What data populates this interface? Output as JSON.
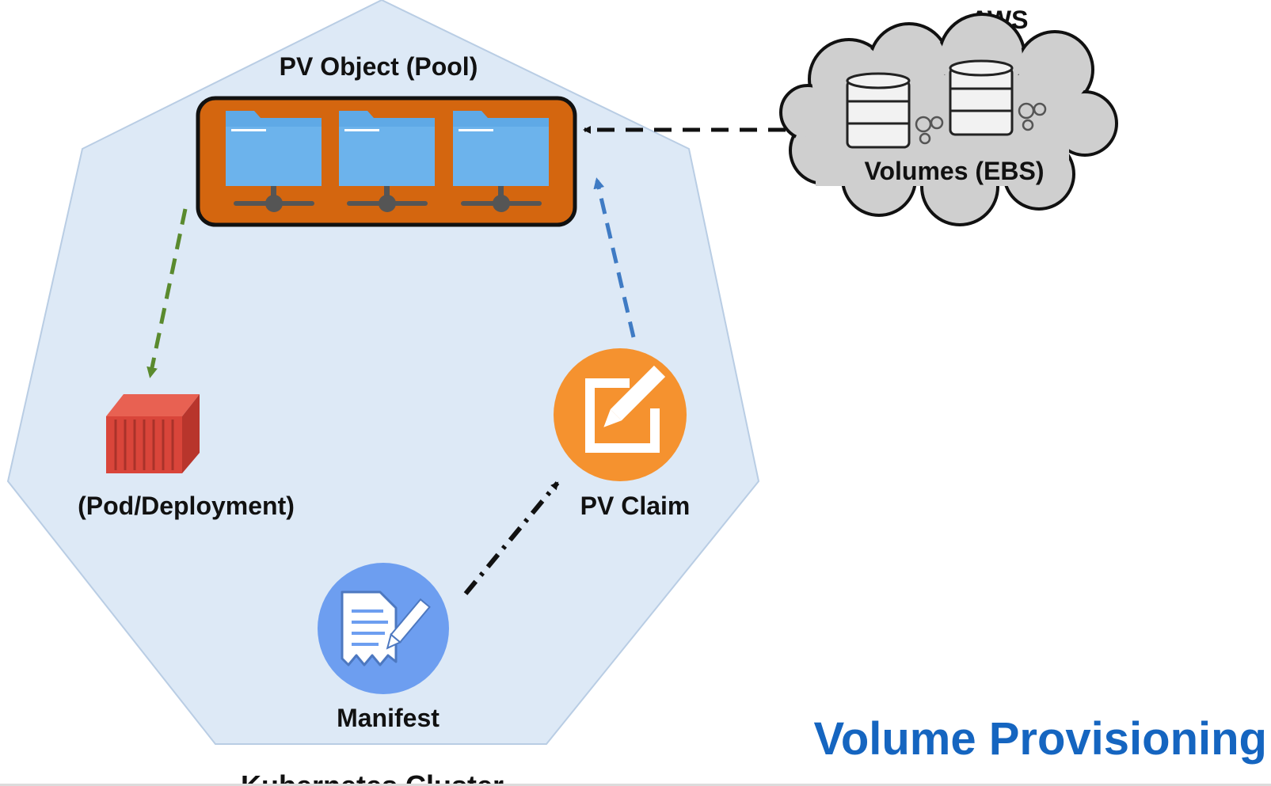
{
  "slide": {
    "title": "Volume Provisioning",
    "title_color": "#1565c0"
  },
  "cluster": {
    "label": "Kubernetes Cluster",
    "fill_color": "#dde9f6",
    "border_color": "#9fb8d6"
  },
  "pv_object": {
    "label": "PV Object (Pool)",
    "panel_color": "#d4660f",
    "folder_color": "#5fa9e6"
  },
  "aws": {
    "label": "AWS",
    "volumes_label": "Volumes (EBS)",
    "cloud_color": "#cfcfcf"
  },
  "pod": {
    "label": "(Pod/Deployment)",
    "icon": "shipping-container-icon",
    "color": "#d9453a"
  },
  "pv_claim": {
    "label": "PV Claim",
    "icon": "edit-form-icon",
    "color": "#f5922f"
  },
  "manifest": {
    "label": "Manifest",
    "icon": "document-sign-icon",
    "color": "#6d9ef0"
  },
  "connectors": {
    "aws_to_pv_color": "#111111",
    "pv_to_pod_color": "#5a8a2e",
    "claim_to_pv_color": "#3f7bc4",
    "manifest_to_claim_color": "#111111"
  }
}
